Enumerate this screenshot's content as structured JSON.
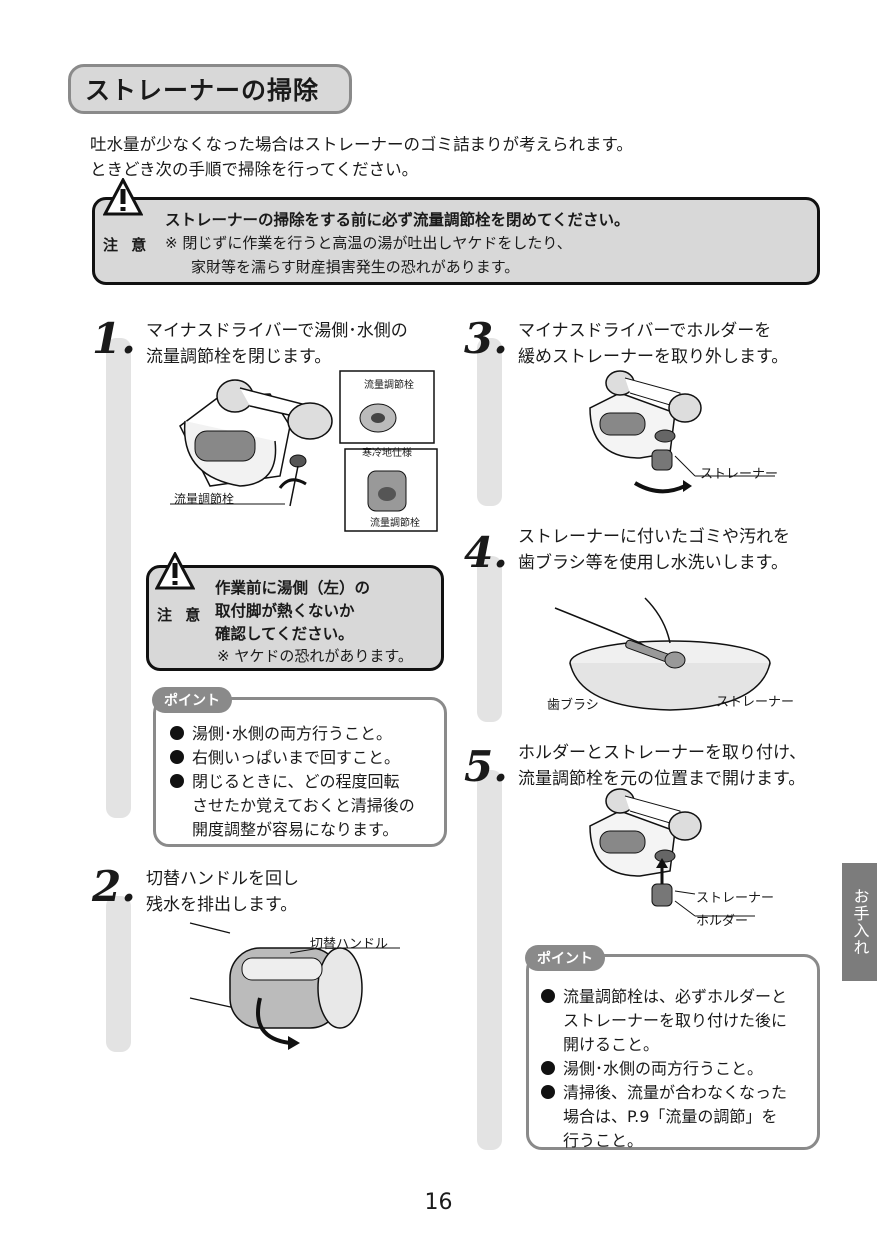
{
  "title": "ストレーナーの掃除",
  "intro": {
    "line1": "吐水量が少なくなった場合はストレーナーのゴミ詰まりが考えられます。",
    "line2": "ときどき次の手順で掃除を行ってください。"
  },
  "caution_top": {
    "label": "注 意",
    "line1": "ストレーナーの掃除をする前に必ず流量調節栓を閉めてください。",
    "line2": "※ 閉じずに作業を行うと高温の湯が吐出しヤケドをしたり、",
    "line3": "家財等を濡らす財産損害発生の恐れがあります。"
  },
  "steps": {
    "s1": {
      "num": "1.",
      "line1": "マイナスドライバーで湯側･水側の",
      "line2": "流量調節栓を閉じます。",
      "labels": {
        "valve1": "流量調節栓",
        "valve_top": "流量調節栓",
        "cold": "寒冷地仕様",
        "valve_bottom": "流量調節栓"
      }
    },
    "s2": {
      "num": "2.",
      "line1": "切替ハンドルを回し",
      "line2": "残水を排出します。",
      "label": "切替ハンドル"
    },
    "s3": {
      "num": "3.",
      "line1": "マイナスドライバーでホルダーを",
      "line2": "緩めストレーナーを取り外します。",
      "label": "ストレーナー"
    },
    "s4": {
      "num": "4.",
      "line1": "ストレーナーに付いたゴミや汚れを",
      "line2": "歯ブラシ等を使用し水洗いします。",
      "label_brush": "歯ブラシ",
      "label_strainer": "ストレーナー"
    },
    "s5": {
      "num": "5.",
      "line1": "ホルダーとストレーナーを取り付け、",
      "line2": "流量調節栓を元の位置まで開けます。",
      "label_strainer": "ストレーナー",
      "label_holder": "ホルダー"
    }
  },
  "caution_step": {
    "label": "注 意",
    "line1": "作業前に湯側（左）の",
    "line2": "取付脚が熱くないか",
    "line3": "確認してください。",
    "line4": "※ ヤケドの恐れがあります。"
  },
  "point1": {
    "tag": "ポイント",
    "items": [
      "湯側･水側の両方行うこと。",
      "右側いっぱいまで回すこと。",
      "閉じるときに、どの程度回転"
    ],
    "cont1": "させたか覚えておくと清掃後の",
    "cont2": "開度調整が容易になります。"
  },
  "point2": {
    "tag": "ポイント",
    "i1a": "流量調節栓は、必ずホルダーと",
    "i1b": "ストレーナーを取り付けた後に",
    "i1c": "開けること。",
    "i2": "湯側･水側の両方行うこと。",
    "i3a": "清掃後、流量が合わなくなった",
    "i3b": "場合は、P.9「流量の調節」を",
    "i3c": "行うこと。"
  },
  "side_tab": "お手入れ",
  "page_number": "16"
}
